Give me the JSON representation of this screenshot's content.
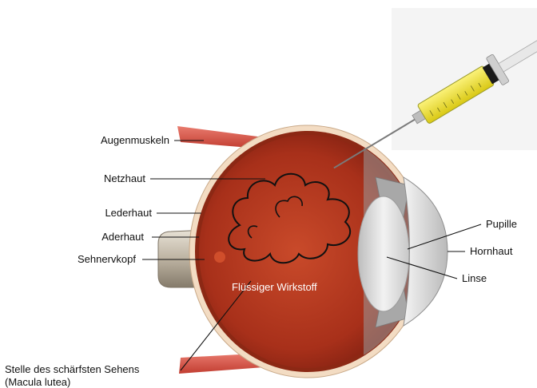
{
  "labels": {
    "augenmuskeln": "Augenmuskeln",
    "netzhaut": "Netzhaut",
    "lederhaut": "Lederhaut",
    "aderhaut": "Aderhaut",
    "sehnervkopf": "Sehnervkopf",
    "macula_line1": "Stelle des schärfsten Sehens",
    "macula_line2": "(Macula lutea)",
    "pupille": "Pupille",
    "hornhaut": "Hornhaut",
    "linse": "Linse",
    "wirkstoff": "Flüssiger Wirkstoff"
  },
  "colors": {
    "interior": "#b5361b",
    "sclera": "#f3dcc3",
    "muscle": "#d9574a",
    "syringe": "#f2e227",
    "lens": "#dcdcdc"
  }
}
